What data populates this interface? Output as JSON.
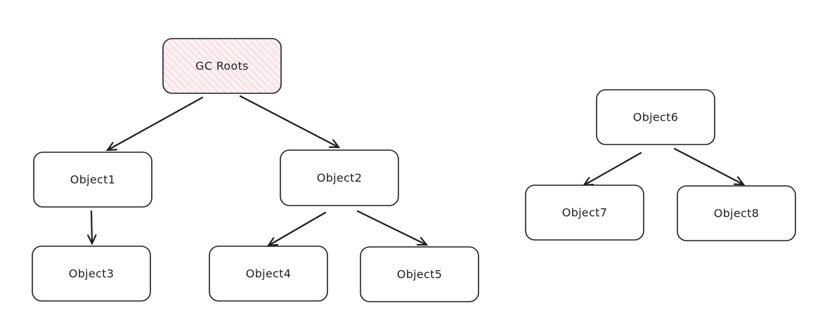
{
  "diagram": {
    "nodes": [
      {
        "id": "gc_roots",
        "label": "GC Roots",
        "style": "root"
      },
      {
        "id": "object1",
        "label": "Object1",
        "style": "normal"
      },
      {
        "id": "object2",
        "label": "Object2",
        "style": "normal"
      },
      {
        "id": "object3",
        "label": "Object3",
        "style": "normal"
      },
      {
        "id": "object4",
        "label": "Object4",
        "style": "normal"
      },
      {
        "id": "object5",
        "label": "Object5",
        "style": "normal"
      },
      {
        "id": "object6",
        "label": "Object6",
        "style": "normal"
      },
      {
        "id": "object7",
        "label": "Object7",
        "style": "normal"
      },
      {
        "id": "object8",
        "label": "Object8",
        "style": "normal"
      }
    ],
    "edges": [
      {
        "from": "gc_roots",
        "to": "object1"
      },
      {
        "from": "gc_roots",
        "to": "object2"
      },
      {
        "from": "object1",
        "to": "object3"
      },
      {
        "from": "object2",
        "to": "object4"
      },
      {
        "from": "object2",
        "to": "object5"
      },
      {
        "from": "object6",
        "to": "object7"
      },
      {
        "from": "object6",
        "to": "object8"
      }
    ],
    "colors": {
      "stroke": "#1e1e1e",
      "root_hatch": "#f2b8c0",
      "root_fill": "#fdf1f3",
      "box_fill": "#ffffff"
    }
  }
}
